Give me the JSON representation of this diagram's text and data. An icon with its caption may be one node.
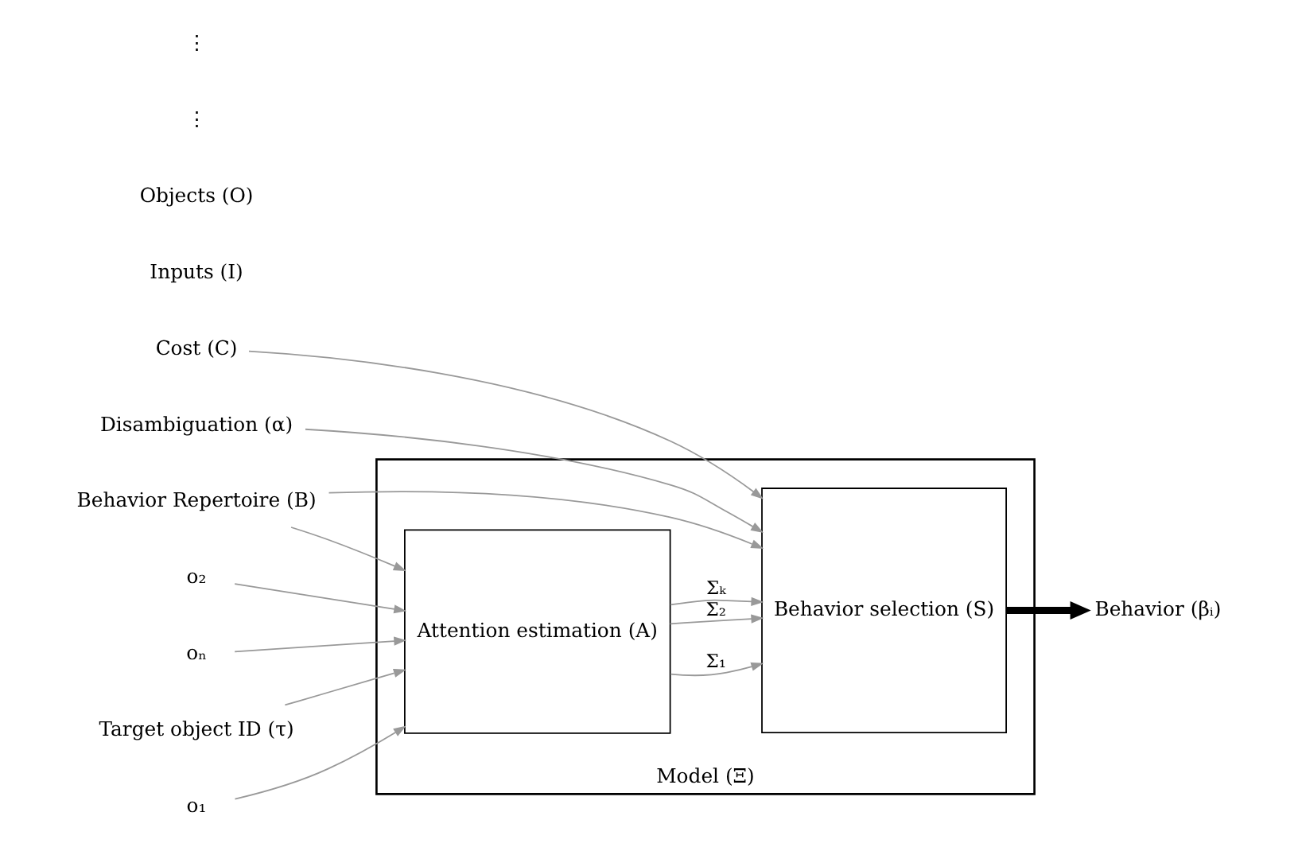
{
  "diagram": {
    "nodes": [
      {
        "text": [
          "Model (Ξ)"
        ]
      },
      {
        "text": [
          "o₁"
        ]
      },
      {
        "text": [
          "o₂"
        ]
      },
      {
        "text": [
          "oₙ"
        ]
      },
      {
        "text": [
          "Target object ID (τ)"
        ]
      },
      {
        "text": [
          "Behavior Repertoire (B)"
        ]
      },
      {
        "text": [
          "Cost (C)"
        ]
      },
      {
        "text": [
          "Disambiguation (α)"
        ]
      },
      {
        "text": [
          "Attention estimation (A)"
        ],
        "in": 0
      },
      {
        "text": [
          "Behavior selection (S)"
        ],
        "in": 0
      },
      {
        "text": [
          "Behavior (βᵢ)"
        ]
      }
    ],
    "edges": [
      {
        "from": 1,
        "to": 8,
        "arrow": "to"
      },
      {
        "from": 2,
        "to": 8,
        "arrow": "to"
      },
      {
        "from": 3,
        "to": 8,
        "arrow": "to"
      },
      {
        "from": 4,
        "to": 8,
        "arrow": "to"
      },
      {
        "from": 5,
        "to": 8,
        "arrow": "to"
      },
      {
        "from": 5,
        "to": 9,
        "arrow": "to"
      },
      {
        "from": 8,
        "to": 9,
        "arrow": "to",
        "label": "Σ₁"
      },
      {
        "from": 8,
        "to": 9,
        "arrow": "to",
        "label": "Σ₂"
      },
      {
        "from": 8,
        "to": 9,
        "arrow": "to",
        "label": "Σₖ"
      },
      {
        "from": 6,
        "to": 9,
        "arrow": "to"
      },
      {
        "from": 7,
        "to": 9,
        "arrow": "to"
      },
      {
        "from": 9,
        "to": 10,
        "arrow": "to",
        "style": "thick",
        "color": "#000000"
      }
    ],
    "labels": [
      "Inputs (I)",
      "Objects (O)",
      "⋮",
      "⋮"
    ]
  }
}
